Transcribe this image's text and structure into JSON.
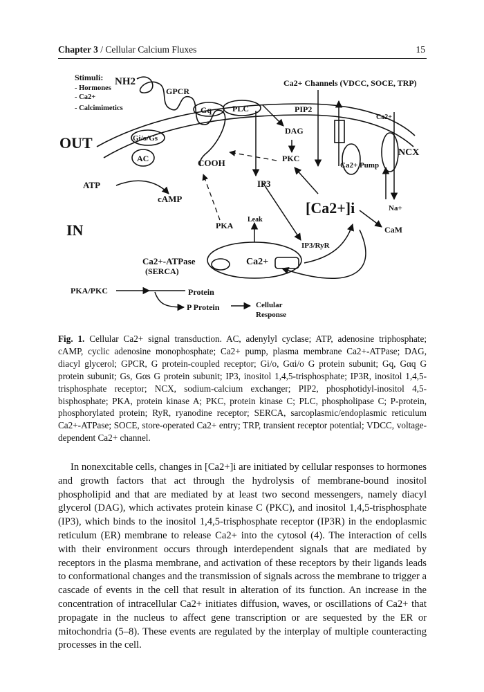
{
  "header": {
    "chapter_label": "Chapter 3",
    "chapter_title": "Cellular Calcium Fluxes",
    "page_number": "15"
  },
  "figure": {
    "stimuli_title": "Stimuli:",
    "stimuli_items": [
      "- Hormones",
      "- Ca2+",
      "- Calcimimetics"
    ],
    "nh2": "NH2",
    "gpcr": "GPCR",
    "gq": "Gq",
    "plc": "PLC",
    "pip2": "PIP2",
    "dag": "DAG",
    "pkc": "PKC",
    "channels": "Ca2+ Channels (VDCC, SOCE, TRP)",
    "ca_top": "Ca2+",
    "ncx": "NCX",
    "ca_pump": "Ca2+ Pump",
    "out": "OUT",
    "gio_gs": "Gi/o/Gs",
    "ac": "AC",
    "cooh": "COOH",
    "atp": "ATP",
    "camp": "cAMP",
    "ip3": "IP3",
    "ca_i": "[Ca2+]i",
    "na": "Na+",
    "in": "IN",
    "pka": "PKA",
    "leak": "Leak",
    "cam": "CaM",
    "ip3_ryr": "IP3/RyR",
    "serca_line1": "Ca2+-ATPase",
    "serca_line2": "(SERCA)",
    "er_ca": "Ca2+",
    "pka_pkc": "PKA/PKC",
    "protein": "Protein",
    "p_protein": "P Protein",
    "cellular_response_line1": "Cellular",
    "cellular_response_line2": "Response"
  },
  "caption": {
    "label": "Fig. 1.",
    "text": "Cellular Ca2+ signal transduction. AC, adenylyl cyclase; ATP, adenosine triphosphate; cAMP, cyclic adenosine monophosphate; Ca2+ pump, plasma membrane Ca2+-ATPase; DAG, diacyl glycerol; GPCR, G protein-coupled receptor; Gi/o, Gαi/o G protein subunit; Gq, Gαq G protein subunit; Gs, Gαs G protein subunit; IP3, inositol 1,4,5-trisphosphate; IP3R, inositol 1,4,5-trisphosphate receptor; NCX, sodium-calcium exchanger; PIP2, phosphotidyl-inositol 4,5-bisphosphate; PKA, protein kinase A; PKC, protein kinase C; PLC, phospholipase C; P-protein, phosphorylated protein; RyR, ryanodine receptor; SERCA, sarcoplasmic/endoplasmic reticulum Ca2+-ATPase; SOCE, store-operated Ca2+ entry; TRP, transient receptor potential; VDCC, voltage-dependent Ca2+ channel."
  },
  "body": {
    "paragraph": "In nonexcitable cells, changes in [Ca2+]i are initiated by cellular responses to hormones and growth factors that act through the hydrolysis of membrane-bound inositol phospholipid and that are mediated by at least two second messengers, namely diacyl glycerol (DAG), which activates protein kinase C (PKC), and inositol 1,4,5-trisphosphate (IP3), which binds to the inositol 1,4,5-trisphosphate receptor (IP3R) in the endoplasmic reticulum (ER) membrane to release Ca2+ into the cytosol (4). The interaction of cells with their environment occurs through interdependent signals that are mediated by receptors in the plasma membrane, and activation of these receptors by their ligands leads to conformational changes and the transmission of signals across the membrane to trigger a cascade of events in the cell that result in alteration of its function. An increase in the concentration of intracellular Ca2+ initiates diffusion, waves, or oscillations of Ca2+ that propagate in the nucleus to affect gene transcription or are sequested by the ER or mitochondria (5–8). These events are regulated by the interplay of multiple counteracting processes in the cell."
  }
}
